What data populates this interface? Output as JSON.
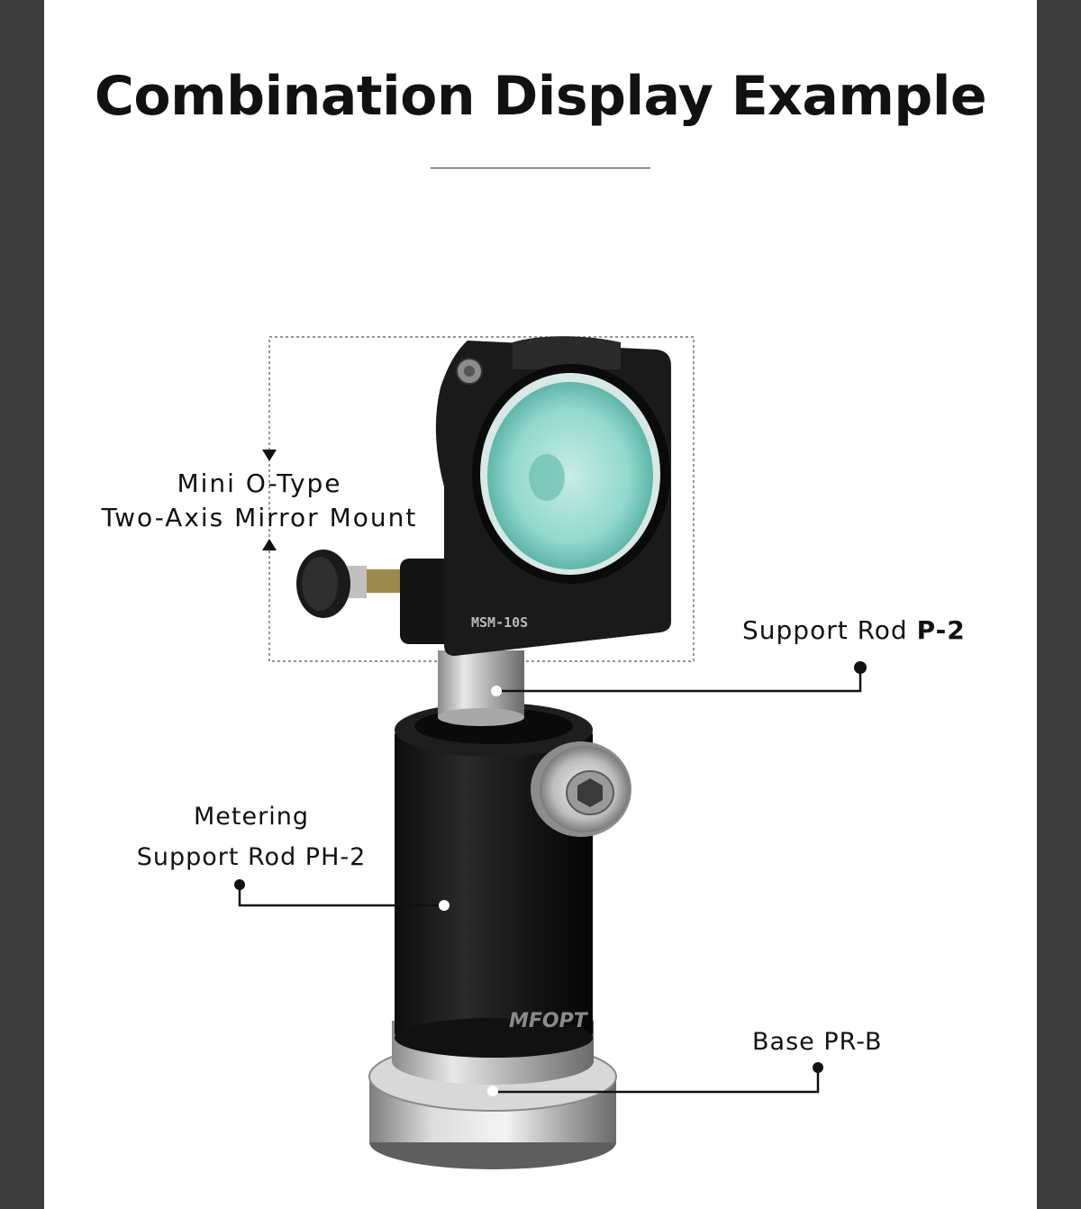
{
  "title": "Combination Display Example",
  "labels": {
    "mount_line1": "Mini O-Type",
    "mount_line2": "Two-Axis Mirror Mount",
    "rod_prefix": "Support Rod ",
    "rod_code": "P-2",
    "metering_line1": "Metering",
    "metering_line2": "Support Rod PH-2",
    "base": "Base PR-B"
  },
  "product_markings": {
    "mount_model": "MSM-10S",
    "brand": "MFOPT"
  },
  "colors": {
    "frame": "#3c3c3c",
    "panel": "#ffffff",
    "anodized_black": "#1c1c1c",
    "steel": "#b9b9b9",
    "optic": "#8fd8cf"
  }
}
